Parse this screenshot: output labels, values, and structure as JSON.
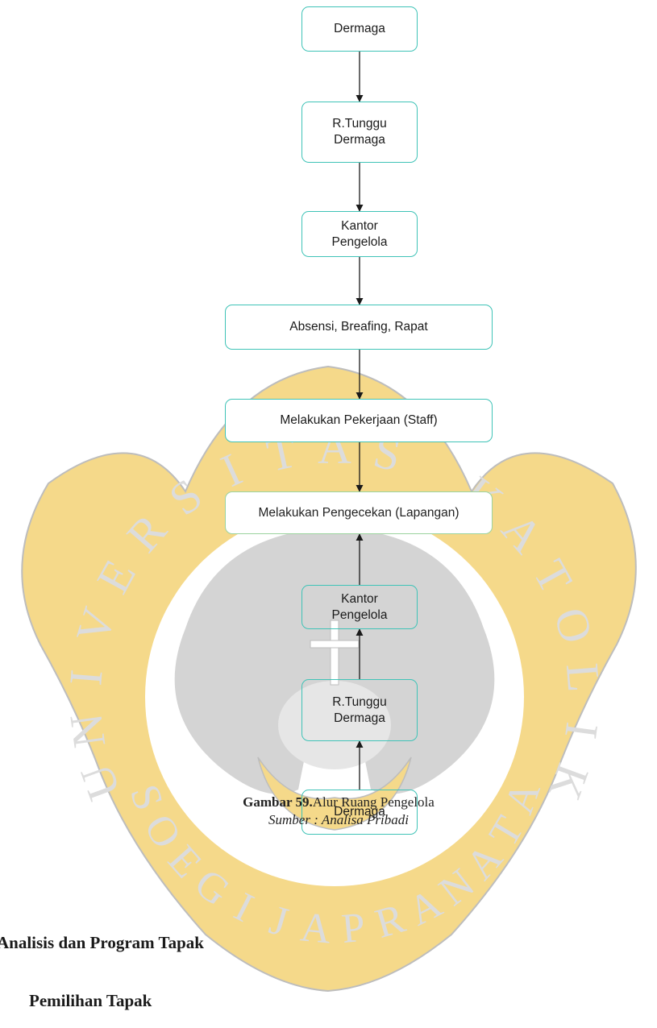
{
  "watermark": {
    "ring_letters": [
      "U",
      "N",
      "I",
      "V",
      "E",
      "R",
      "S",
      "I",
      "T",
      "A",
      "S",
      " ",
      "K",
      "A",
      "T",
      "O",
      "L",
      "I",
      "K"
    ],
    "bottom_letters": [
      "S",
      "O",
      "E",
      "G",
      "I",
      "J",
      "A",
      "P",
      "R",
      "A",
      "N",
      "A",
      "T",
      "A"
    ],
    "colors": {
      "gold": "#f5d98a",
      "dark": "#d4d4d4",
      "mid": "#e6e6e6",
      "outline": "#bdbdbd"
    }
  },
  "flow": {
    "nodes": [
      {
        "id": "n1",
        "label": "Dermaga"
      },
      {
        "id": "n2",
        "label": "R.Tunggu\nDermaga"
      },
      {
        "id": "n3",
        "label": "Kantor\nPengelola"
      },
      {
        "id": "n4",
        "label": "Absensi, Breafing, Rapat"
      },
      {
        "id": "n5",
        "label": "Melakukan Pekerjaan (Staff)"
      },
      {
        "id": "n6",
        "label": "Melakukan Pengecekan (Lapangan)"
      },
      {
        "id": "n7",
        "label": "Kantor\nPengelola"
      },
      {
        "id": "n8",
        "label": "R.Tunggu\nDermaga"
      },
      {
        "id": "n9",
        "label": "Dermaga"
      }
    ],
    "edges": [
      {
        "from": "n1",
        "to": "n2"
      },
      {
        "from": "n2",
        "to": "n3"
      },
      {
        "from": "n3",
        "to": "n4"
      },
      {
        "from": "n4",
        "to": "n5"
      },
      {
        "from": "n5",
        "to": "n6"
      },
      {
        "from": "n7",
        "to": "n6"
      },
      {
        "from": "n8",
        "to": "n7"
      },
      {
        "from": "n9",
        "to": "n8"
      }
    ],
    "colors": {
      "border": "#3fc3b7",
      "highlight_border": "#9bd39e",
      "arrow": "#1a1a1a"
    }
  },
  "caption": {
    "figure_number": "Gambar 59.",
    "figure_title": "Alur Ruang Pengelola",
    "source": "Sumber : Analisa Pribadi"
  },
  "headings": {
    "section": "Analisis dan Program Tapak",
    "subsection": "Pemilihan Tapak"
  }
}
